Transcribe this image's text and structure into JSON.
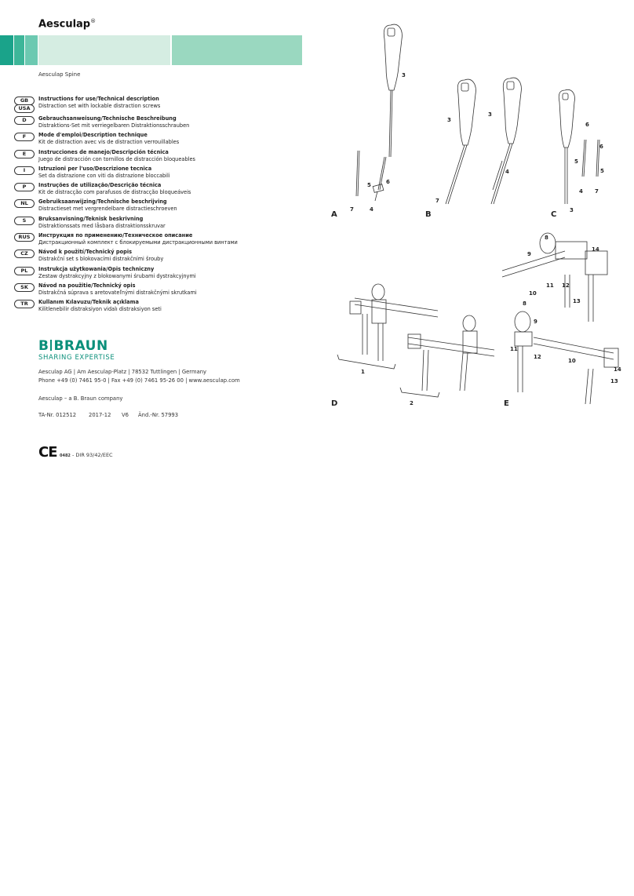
{
  "header": {
    "brand": "Aesculap",
    "brand_mark": "®",
    "subbrand": "Aesculap Spine",
    "colors": {
      "dark_teal": "#1aa38a",
      "mid_teal": "#5cc2a9",
      "light_mint": "#d5ede2",
      "band_mint": "#9ad8c0",
      "braun_green": "#0a8f7a"
    }
  },
  "languages": [
    {
      "code": "GB",
      "code2": "USA",
      "title": "Instructions for use/Technical description",
      "subtitle": "Distraction set with lockable distraction screws"
    },
    {
      "code": "D",
      "title": "Gebrauchsanweisung/Technische Beschreibung",
      "subtitle": "Distraktions-Set mit verriegelbaren Distraktionsschrauben"
    },
    {
      "code": "F",
      "title": "Mode d'emploi/Description technique",
      "subtitle": "Kit de distraction avec vis de distraction verrouillables"
    },
    {
      "code": "E",
      "title": "Instrucciones de manejo/Descripción técnica",
      "subtitle": "Juego de distracción con tornillos de distracción bloqueables"
    },
    {
      "code": "I",
      "title": "Istruzioni per l'uso/Descrizione tecnica",
      "subtitle": "Set da distrazione con viti da distrazione bloccabili"
    },
    {
      "code": "P",
      "title": "Instruções de utilização/Descrição técnica",
      "subtitle": "Kit de distracção com parafusos de distracção bloqueáveis"
    },
    {
      "code": "NL",
      "title": "Gebruiksaanwijzing/Technische beschrijving",
      "subtitle": "Distractieset met vergrendelbare distractieschroeven"
    },
    {
      "code": "S",
      "title": "Bruksanvisning/Teknisk beskrivning",
      "subtitle": "Distraktionssats med låsbara distraktionsskruvar"
    },
    {
      "code": "RUS",
      "title": "Инструкция по применению/Техническое описание",
      "subtitle": "Дистракционный комплект с блокируемыми дистракционными винтами"
    },
    {
      "code": "CZ",
      "title": "Návod k použití/Technický popis",
      "subtitle": "Distrakční set s blokovacími distrakčními šrouby"
    },
    {
      "code": "PL",
      "title": "Instrukcja użytkowania/Opis techniczny",
      "subtitle": "Zestaw dystrakcyjny z blokowanymi śrubami dystrakcyjnymi"
    },
    {
      "code": "SK",
      "title": "Návod na použitie/Technický opis",
      "subtitle": "Distrakčná súprava s aretovateľnými distrakčnými skrutkami"
    },
    {
      "code": "TR",
      "title": "Kullanım Kılavuzu/Teknik açıklama",
      "subtitle": "Kilitlenebilir distraksiyon vidalı distraksiyon seti"
    }
  ],
  "company": {
    "logo_b": "B",
    "logo_word": "BRAUN",
    "tagline": "SHARING EXPERTISE",
    "address": "Aesculap AG | Am Aesculap-Platz | 78532 Tuttlingen | Germany",
    "phone": "Phone +49 (0) 7461 95-0 | Fax +49 (0) 7461 95-26 00 | www.aesculap.com",
    "company_of": "Aesculap – a B. Braun company"
  },
  "doc_info": {
    "ta": "TA-Nr. 012512",
    "date": "2017-12",
    "version": "V6",
    "change": "Änd.-Nr. 57993"
  },
  "ce": {
    "mark": "CE",
    "number": "0482",
    "directive": "- DIR 93/42/EEC"
  },
  "figures": {
    "labels": [
      "A",
      "B",
      "C",
      "D",
      "E"
    ],
    "callouts": {
      "A": [
        "3",
        "6",
        "5",
        "7",
        "4"
      ],
      "B": [
        "3",
        "3",
        "4",
        "7"
      ],
      "C": [
        "6",
        "6",
        "5",
        "5",
        "4",
        "7",
        "3"
      ],
      "D": [
        "1",
        "2"
      ],
      "E_top": [
        "8",
        "9",
        "14",
        "10",
        "11",
        "12",
        "13"
      ],
      "E_bottom": [
        "8",
        "9",
        "11",
        "12",
        "10",
        "14",
        "13"
      ]
    }
  }
}
